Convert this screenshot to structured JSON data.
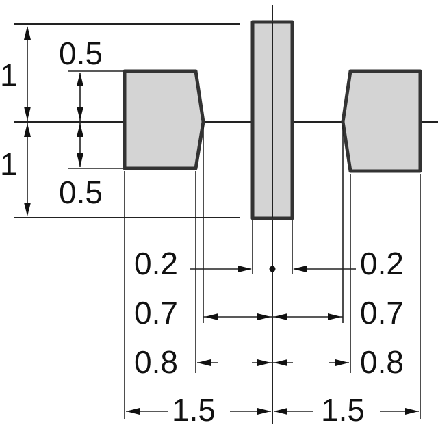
{
  "labels": {
    "height_top": "1",
    "height_bottom": "1",
    "pad_top": "0.5",
    "pad_bottom": "0.5",
    "gap_left": "0.2",
    "gap_right": "0.2",
    "inner_left": "0.7",
    "inner_right": "0.7",
    "taper_left": "0.8",
    "taper_right": "0.8",
    "span_left": "1.5",
    "span_right": "1.5"
  },
  "colors": {
    "pad_fill": "#d4d4d4",
    "pad_stroke": "#333333",
    "line": "#222222"
  }
}
